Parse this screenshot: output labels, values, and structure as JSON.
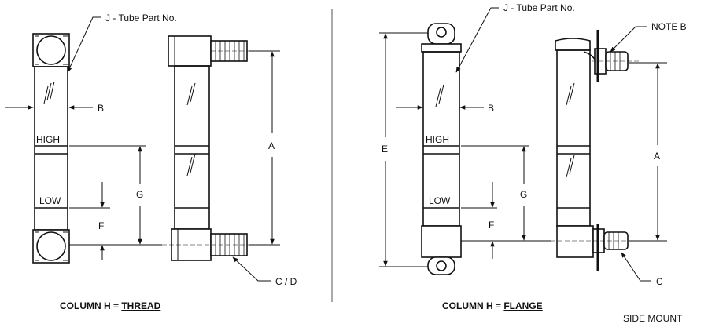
{
  "labels": {
    "j_tube_left": "J - Tube Part No.",
    "j_tube_right": "J - Tube Part No.",
    "b_left": "B",
    "b_right": "B",
    "high_left": "HIGH",
    "low_left": "LOW",
    "high_right": "HIGH",
    "low_right": "LOW",
    "a_left": "A",
    "a_right": "A",
    "g_left": "G",
    "g_right": "G",
    "f_left": "F",
    "f_right": "F",
    "e": "E",
    "cd": "C / D",
    "c": "C",
    "note_b": "NOTE B"
  },
  "captions": {
    "left_prefix": "COLUMN  H = ",
    "left_type": "THREAD",
    "right_prefix": "COLUMN  H = ",
    "right_type": "FLANGE",
    "side_mount": "SIDE MOUNT"
  }
}
